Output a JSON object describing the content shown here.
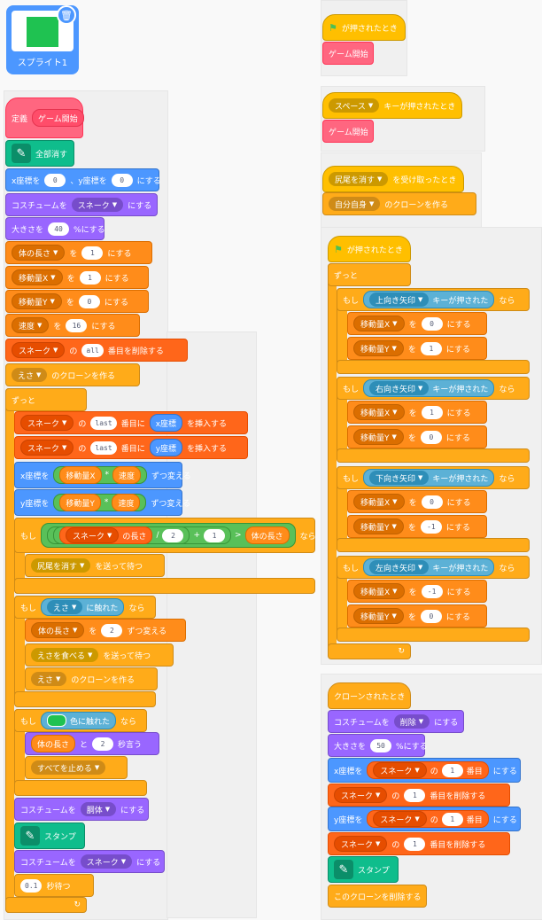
{
  "sprite": {
    "name": "スプライト1",
    "costume_color": "#1fc251",
    "delete_icon": "trash-icon"
  },
  "colors": {
    "events": "#ffbf00",
    "control": "#ffab19",
    "motion": "#4c97ff",
    "looks": "#9966ff",
    "sensing": "#5cb1d6",
    "variables": "#ff8c1a",
    "lists": "#ff661a",
    "my_blocks": "#ff6680",
    "pen": "#0fbd8c"
  },
  "t": {
    "define": "定義",
    "game_start": "ゲーム開始",
    "erase_all": "全部消す",
    "x_set": "x座標を",
    "y_set": "y座標を",
    "comma_y": "、y座標を",
    "to_set": "にする",
    "costume": "コスチュームを",
    "size": "大きさを",
    "percent_to": "%にする",
    "body_len": "体の長さ",
    "move_x": "移動量X",
    "move_y": "移動量Y",
    "speed": "速度",
    "wo": "を",
    "snake": "スネーク",
    "no": "の",
    "all": "all",
    "delete_item": "番目を削除する",
    "esa": "えさ",
    "create_clone_of": "のクローンを作る",
    "forever": "ずっと",
    "last": "last",
    "item_insert": "番目に",
    "insert_tail": "を挿入する",
    "x_pos": "x座標",
    "y_pos": "y座標",
    "change_by": "ずつ変える",
    "times": "*",
    "if": "もし",
    "then": "なら",
    "length": "の長さ",
    "slash": "/",
    "plus": "+",
    "gt": ">",
    "broadcast_wait": "を送って待つ",
    "tail_erase": "尻尾を消す",
    "touching": "に触れた",
    "eat_esa": "えさを食べる",
    "color_touch": "色に触れた",
    "and": "と",
    "say_secs": "秒言う",
    "stop_all": "すべてを止める",
    "body": "胴体",
    "stamp": "スタンプ",
    "wait_secs": "秒待つ",
    "flag_clicked": "が押されたとき",
    "space": "スペース",
    "key_pressed_when": "キーが押されたとき",
    "when_received": "を受け取ったとき",
    "myself": "自分自身",
    "up_arrow": "上向き矢印",
    "right_arrow": "右向き矢印",
    "down_arrow": "下向き矢印",
    "left_arrow": "左向き矢印",
    "key_pressed": "キーが押された",
    "clone_start": "クローンされたとき",
    "delete_costume": "削除",
    "item": "番目",
    "delete_this_clone": "このクローンを削除する"
  },
  "v": {
    "zero": "0",
    "one": "1",
    "size40": "40",
    "sixteen": "16",
    "two": "2",
    "pt1": "0.1",
    "minus1": "-1",
    "size50": "50"
  }
}
